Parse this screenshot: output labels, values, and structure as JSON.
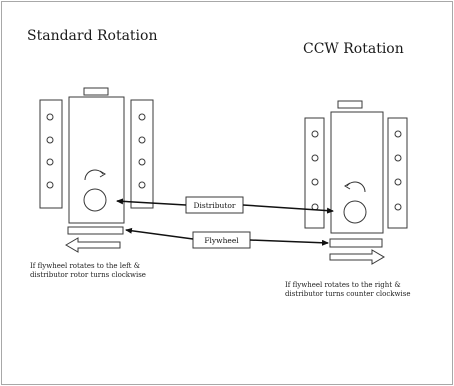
{
  "diagram": {
    "left": {
      "title": "Standard Rotation",
      "caption_line1": "If flywheel rotates to the left &",
      "caption_line2": "distributor rotor turns clockwise"
    },
    "right": {
      "title": "CCW Rotation",
      "caption_line1": "If flywheel rotates to the right &",
      "caption_line2": "distributor turns counter clockwise"
    },
    "labels": {
      "distributor": "Distributor",
      "flywheel": "Flywheel"
    }
  }
}
